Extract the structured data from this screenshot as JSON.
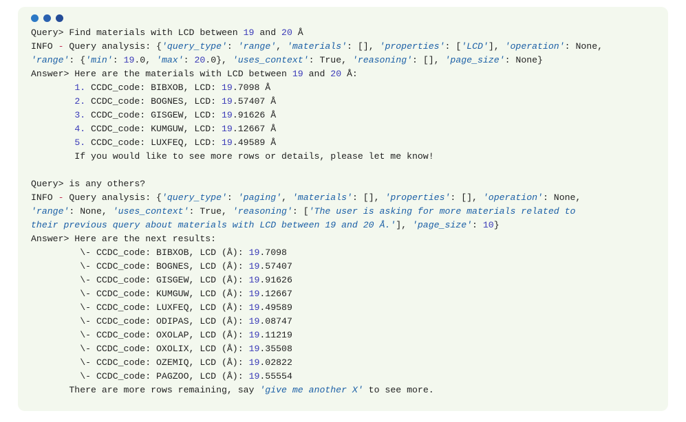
{
  "window": {
    "buttons": [
      "close",
      "minimize",
      "maximize"
    ]
  },
  "colors": {
    "background": "#f3f8ee",
    "text": "#222222",
    "number": "#3a3ab8",
    "string": "#1b5fa6",
    "dash": "#c2274d",
    "dot": "#2c79c5"
  },
  "lines": [
    [
      {
        "t": "p",
        "v": "Query> Find materials with LCD between "
      },
      {
        "t": "n",
        "v": "19"
      },
      {
        "t": "p",
        "v": " and "
      },
      {
        "t": "n",
        "v": "20"
      },
      {
        "t": "p",
        "v": " Å"
      }
    ],
    [
      {
        "t": "p",
        "v": "INFO "
      },
      {
        "t": "k",
        "v": "-"
      },
      {
        "t": "p",
        "v": " Query analysis: {"
      },
      {
        "t": "s",
        "v": "'query_type'"
      },
      {
        "t": "p",
        "v": ": "
      },
      {
        "t": "s",
        "v": "'range'"
      },
      {
        "t": "p",
        "v": ", "
      },
      {
        "t": "s",
        "v": "'materials'"
      },
      {
        "t": "p",
        "v": ": [], "
      },
      {
        "t": "s",
        "v": "'properties'"
      },
      {
        "t": "p",
        "v": ": ["
      },
      {
        "t": "s",
        "v": "'LCD'"
      },
      {
        "t": "p",
        "v": "], "
      },
      {
        "t": "s",
        "v": "'operation'"
      },
      {
        "t": "p",
        "v": ": None,"
      }
    ],
    [
      {
        "t": "s",
        "v": "'range'"
      },
      {
        "t": "p",
        "v": ": {"
      },
      {
        "t": "s",
        "v": "'min'"
      },
      {
        "t": "p",
        "v": ": "
      },
      {
        "t": "n",
        "v": "19"
      },
      {
        "t": "p",
        "v": ".0, "
      },
      {
        "t": "s",
        "v": "'max'"
      },
      {
        "t": "p",
        "v": ": "
      },
      {
        "t": "n",
        "v": "20"
      },
      {
        "t": "p",
        "v": ".0}, "
      },
      {
        "t": "s",
        "v": "'uses_context'"
      },
      {
        "t": "p",
        "v": ": True, "
      },
      {
        "t": "s",
        "v": "'reasoning'"
      },
      {
        "t": "p",
        "v": ": [], "
      },
      {
        "t": "s",
        "v": "'page_size'"
      },
      {
        "t": "p",
        "v": ": None}"
      }
    ],
    [
      {
        "t": "p",
        "v": "Answer> Here are the materials with LCD between "
      },
      {
        "t": "n",
        "v": "19"
      },
      {
        "t": "p",
        "v": " and "
      },
      {
        "t": "n",
        "v": "20"
      },
      {
        "t": "p",
        "v": " Å:"
      }
    ],
    [
      {
        "t": "p",
        "v": "        "
      },
      {
        "t": "n",
        "v": "1."
      },
      {
        "t": "p",
        "v": " CCDC_code: BIBXOB, LCD: "
      },
      {
        "t": "n",
        "v": "19"
      },
      {
        "t": "p",
        "v": ".7098 Å"
      }
    ],
    [
      {
        "t": "p",
        "v": "        "
      },
      {
        "t": "n",
        "v": "2."
      },
      {
        "t": "p",
        "v": " CCDC_code: BOGNES, LCD: "
      },
      {
        "t": "n",
        "v": "19"
      },
      {
        "t": "p",
        "v": ".57407 Å"
      }
    ],
    [
      {
        "t": "p",
        "v": "        "
      },
      {
        "t": "n",
        "v": "3."
      },
      {
        "t": "p",
        "v": " CCDC_code: GISGEW, LCD: "
      },
      {
        "t": "n",
        "v": "19"
      },
      {
        "t": "p",
        "v": ".91626 Å"
      }
    ],
    [
      {
        "t": "p",
        "v": "        "
      },
      {
        "t": "n",
        "v": "4."
      },
      {
        "t": "p",
        "v": " CCDC_code: KUMGUW, LCD: "
      },
      {
        "t": "n",
        "v": "19"
      },
      {
        "t": "p",
        "v": ".12667 Å"
      }
    ],
    [
      {
        "t": "p",
        "v": "        "
      },
      {
        "t": "n",
        "v": "5."
      },
      {
        "t": "p",
        "v": " CCDC_code: LUXFEQ, LCD: "
      },
      {
        "t": "n",
        "v": "19"
      },
      {
        "t": "p",
        "v": ".49589 Å"
      }
    ],
    [
      {
        "t": "p",
        "v": "        If you would like to see more rows or details, please let me know!"
      }
    ],
    [],
    [
      {
        "t": "p",
        "v": "Query> is any others?"
      }
    ],
    [
      {
        "t": "p",
        "v": "INFO "
      },
      {
        "t": "k",
        "v": "-"
      },
      {
        "t": "p",
        "v": " Query analysis: {"
      },
      {
        "t": "s",
        "v": "'query_type'"
      },
      {
        "t": "p",
        "v": ": "
      },
      {
        "t": "s",
        "v": "'paging'"
      },
      {
        "t": "p",
        "v": ", "
      },
      {
        "t": "s",
        "v": "'materials'"
      },
      {
        "t": "p",
        "v": ": [], "
      },
      {
        "t": "s",
        "v": "'properties'"
      },
      {
        "t": "p",
        "v": ": [], "
      },
      {
        "t": "s",
        "v": "'operation'"
      },
      {
        "t": "p",
        "v": ": None,"
      }
    ],
    [
      {
        "t": "s",
        "v": "'range'"
      },
      {
        "t": "p",
        "v": ": None, "
      },
      {
        "t": "s",
        "v": "'uses_context'"
      },
      {
        "t": "p",
        "v": ": True, "
      },
      {
        "t": "s",
        "v": "'reasoning'"
      },
      {
        "t": "p",
        "v": ": ["
      },
      {
        "t": "s",
        "v": "'The user is asking for more materials related to"
      }
    ],
    [
      {
        "t": "s",
        "v": "their previous query about materials with LCD between 19 and 20 Å.'"
      },
      {
        "t": "p",
        "v": "], "
      },
      {
        "t": "s",
        "v": "'page_size'"
      },
      {
        "t": "p",
        "v": ": "
      },
      {
        "t": "n",
        "v": "10"
      },
      {
        "t": "p",
        "v": "}"
      }
    ],
    [
      {
        "t": "p",
        "v": "Answer> Here are the next results:"
      }
    ],
    [
      {
        "t": "p",
        "v": "         \\- CCDC_code: BIBXOB, LCD (Å): "
      },
      {
        "t": "n",
        "v": "19"
      },
      {
        "t": "p",
        "v": ".7098"
      }
    ],
    [
      {
        "t": "p",
        "v": "         \\- CCDC_code: BOGNES, LCD (Å): "
      },
      {
        "t": "n",
        "v": "19"
      },
      {
        "t": "p",
        "v": ".57407"
      }
    ],
    [
      {
        "t": "p",
        "v": "         \\- CCDC_code: GISGEW, LCD (Å): "
      },
      {
        "t": "n",
        "v": "19"
      },
      {
        "t": "p",
        "v": ".91626"
      }
    ],
    [
      {
        "t": "p",
        "v": "         \\- CCDC_code: KUMGUW, LCD (Å): "
      },
      {
        "t": "n",
        "v": "19"
      },
      {
        "t": "p",
        "v": ".12667"
      }
    ],
    [
      {
        "t": "p",
        "v": "         \\- CCDC_code: LUXFEQ, LCD (Å): "
      },
      {
        "t": "n",
        "v": "19"
      },
      {
        "t": "p",
        "v": ".49589"
      }
    ],
    [
      {
        "t": "p",
        "v": "         \\- CCDC_code: ODIPAS, LCD (Å): "
      },
      {
        "t": "n",
        "v": "19"
      },
      {
        "t": "p",
        "v": ".08747"
      }
    ],
    [
      {
        "t": "p",
        "v": "         \\- CCDC_code: OXOLAP, LCD (Å): "
      },
      {
        "t": "n",
        "v": "19"
      },
      {
        "t": "p",
        "v": ".11219"
      }
    ],
    [
      {
        "t": "p",
        "v": "         \\- CCDC_code: OXOLIX, LCD (Å): "
      },
      {
        "t": "n",
        "v": "19"
      },
      {
        "t": "p",
        "v": ".35508"
      }
    ],
    [
      {
        "t": "p",
        "v": "         \\- CCDC_code: OZEMIQ, LCD (Å): "
      },
      {
        "t": "n",
        "v": "19"
      },
      {
        "t": "p",
        "v": ".02822"
      }
    ],
    [
      {
        "t": "p",
        "v": "         \\- CCDC_code: PAGZOO, LCD (Å): "
      },
      {
        "t": "n",
        "v": "19"
      },
      {
        "t": "p",
        "v": ".55554"
      }
    ],
    [
      {
        "t": "p",
        "v": "       There are more rows remaining, say "
      },
      {
        "t": "s",
        "v": "'give me another X'"
      },
      {
        "t": "p",
        "v": " to see more."
      }
    ]
  ]
}
